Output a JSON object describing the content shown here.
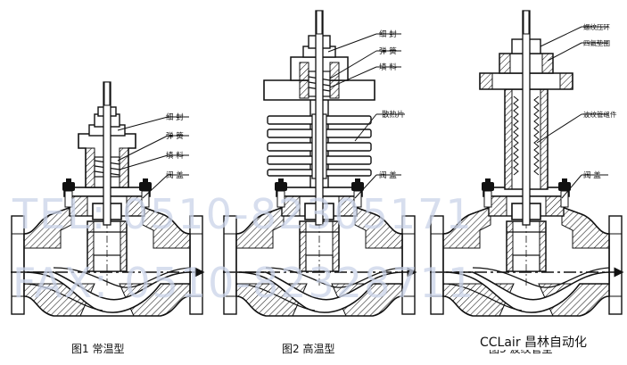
{
  "diagram": {
    "figures": [
      {
        "caption": "图1 常温型",
        "labels": [
          "细 封",
          "弹 簧",
          "填 料",
          "阀 盖"
        ]
      },
      {
        "caption": "图2 高温型",
        "labels": [
          "细 封",
          "弹 簧",
          "填 料",
          "散热片",
          "阀 盖"
        ]
      },
      {
        "caption": "图3 波纹管型",
        "labels": [
          "螺纹压环",
          "四氟垫圈",
          "波纹管组件",
          "阀 盖"
        ]
      }
    ],
    "watermark": {
      "line1": "TEL: 0510-82305171",
      "line2": "FAX: 0510-82328711"
    },
    "brand": "CCLair 昌林自动化"
  }
}
